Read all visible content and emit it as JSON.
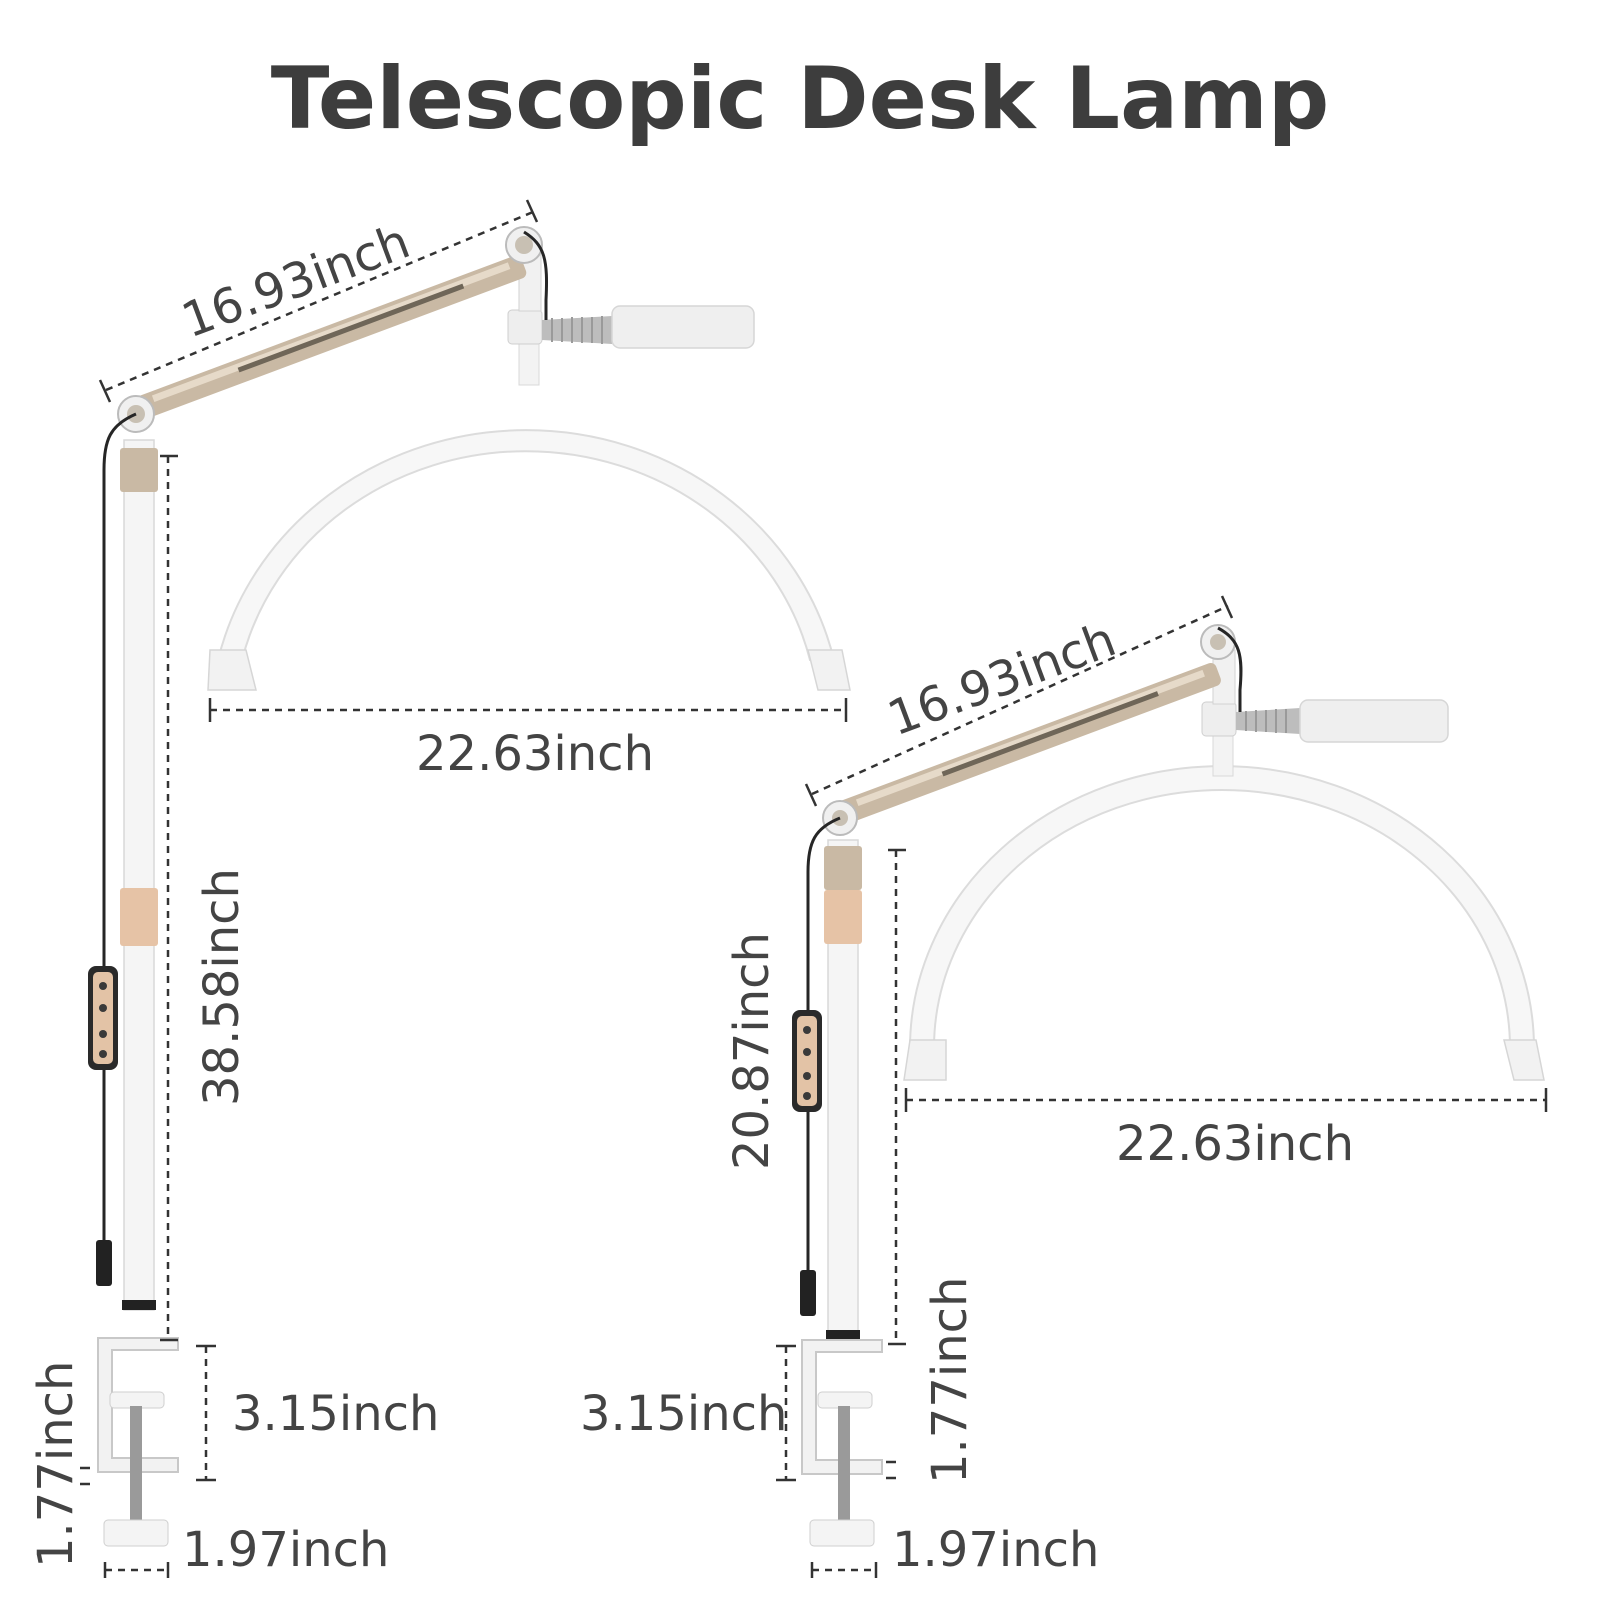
{
  "title": "Telescopic Desk Lamp",
  "left_lamp": {
    "arm_length": "16.93inch",
    "light_width": "22.63inch",
    "pole_height": "38.58inch",
    "clamp_opening": "3.15inch",
    "clamp_thickness": "1.77inch",
    "base_width": "1.97inch"
  },
  "right_lamp": {
    "arm_length": "16.93inch",
    "light_width": "22.63inch",
    "pole_height": "20.87inch",
    "clamp_opening": "3.15inch",
    "clamp_thickness": "1.77inch",
    "base_width": "1.97inch"
  },
  "colors": {
    "lamp_body": "#f5f5f5",
    "arm_metal": "#c9b9a4",
    "collar": "#e6c3a6",
    "text": "#444444"
  }
}
